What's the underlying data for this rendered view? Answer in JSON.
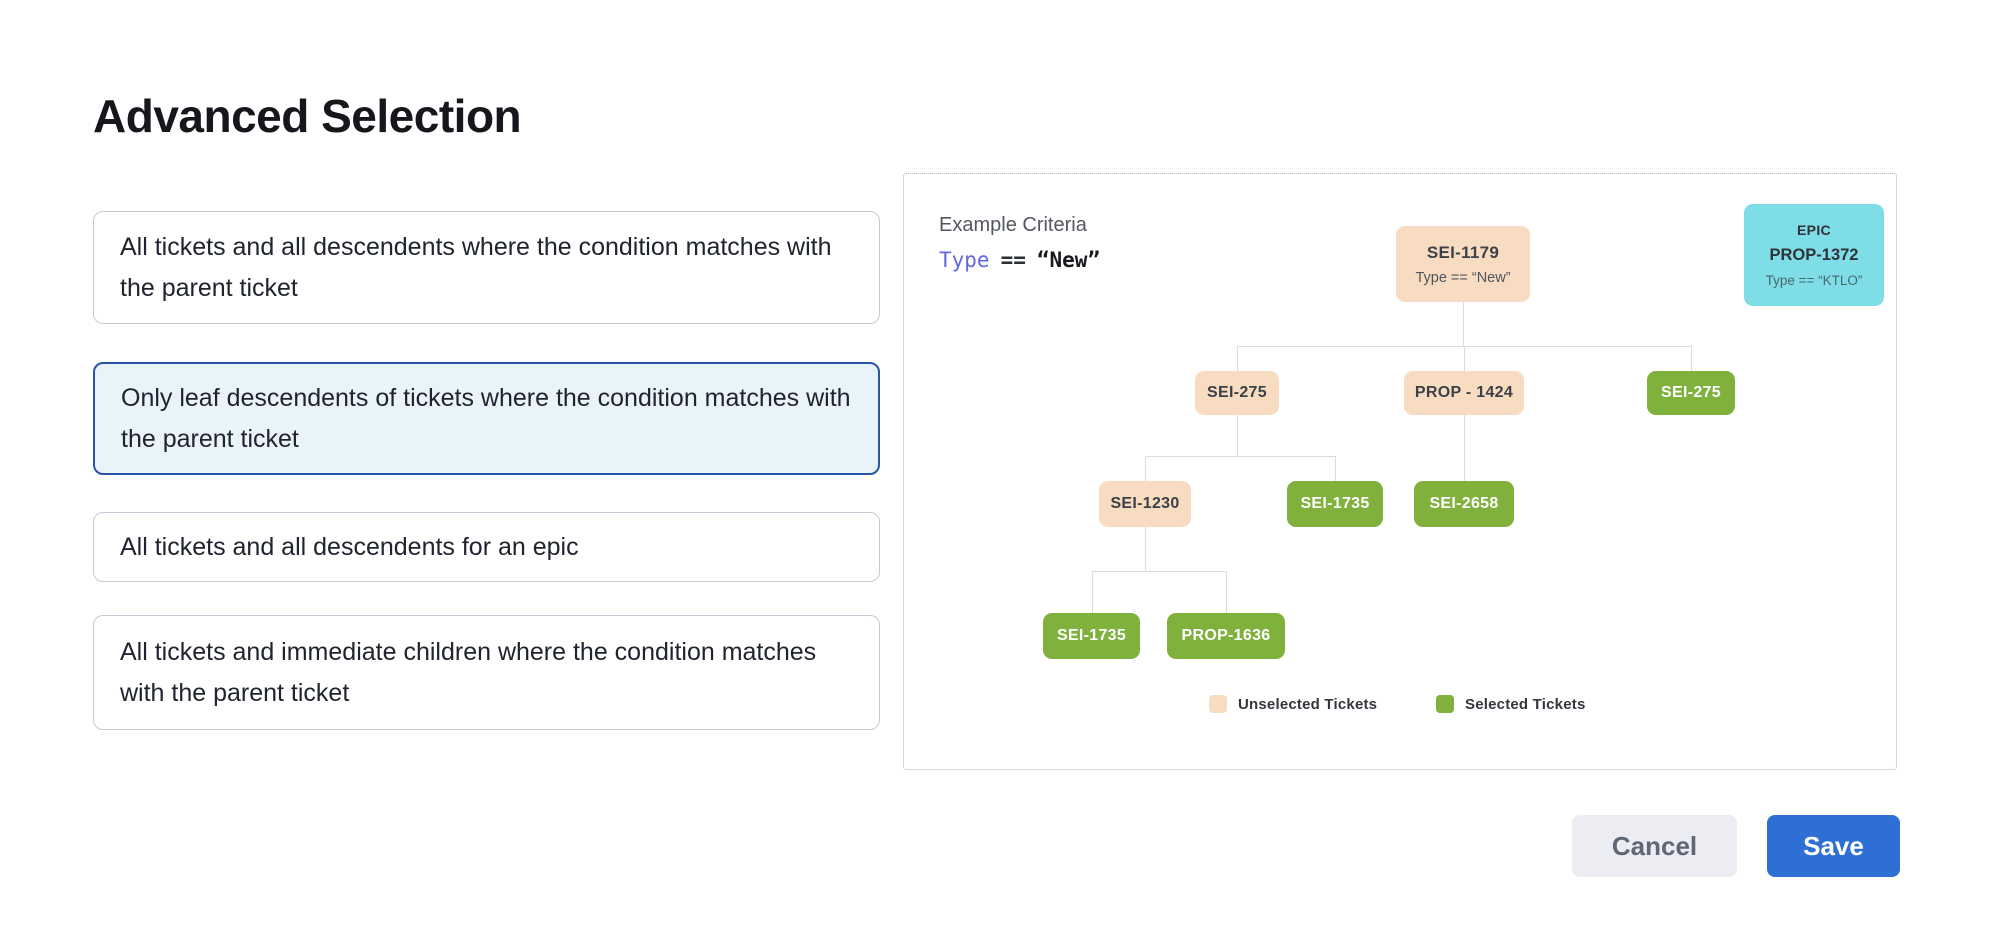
{
  "page": {
    "title": "Advanced Selection"
  },
  "options": [
    {
      "label": "All tickets and all descendents where the condition matches with the parent ticket",
      "selected": false
    },
    {
      "label": "Only leaf descendents of tickets where the condition matches with the parent ticket",
      "selected": true
    },
    {
      "label": "All tickets and all descendents for an epic",
      "selected": false
    },
    {
      "label": "All tickets and immediate children where the condition matches with the parent ticket",
      "selected": false
    }
  ],
  "example": {
    "heading": "Example Criteria",
    "criteria": {
      "field": "Type",
      "operator": "==",
      "value": "“New”"
    }
  },
  "epic_card": {
    "type_label": "EPIC",
    "ticket": "PROP-1372",
    "condition": "Type == “KTLO”"
  },
  "tree": {
    "root": {
      "label": "SEI-1179",
      "condition": "Type == “New”",
      "state": "unselected"
    },
    "level2": [
      {
        "label": "SEI-275",
        "state": "unselected"
      },
      {
        "label": "PROP - 1424",
        "state": "unselected"
      },
      {
        "label": "SEI-275",
        "state": "selected"
      }
    ],
    "level3": [
      {
        "label": "SEI-1230",
        "state": "unselected"
      },
      {
        "label": "SEI-1735",
        "state": "selected"
      },
      {
        "label": "SEI-2658",
        "state": "selected"
      }
    ],
    "level4": [
      {
        "label": "SEI-1735",
        "state": "selected"
      },
      {
        "label": "PROP-1636",
        "state": "selected"
      }
    ]
  },
  "legend": [
    {
      "label": "Unselected Tickets",
      "color": "#f8dcc2"
    },
    {
      "label": "Selected Tickets",
      "color": "#7fb13c"
    }
  ],
  "footer": {
    "cancel": "Cancel",
    "save": "Save"
  },
  "colors": {
    "unselected_node": "#f8dcc2",
    "selected_node": "#7fb13c",
    "epic_node": "#7edde6",
    "selected_option_border": "#2a55a7",
    "selected_option_bg": "#e9f3fa",
    "save_button": "#2d6fd2",
    "cancel_button_bg": "#ebedf2",
    "criteria_field": "#6467e2",
    "connector": "#dbdce1"
  }
}
